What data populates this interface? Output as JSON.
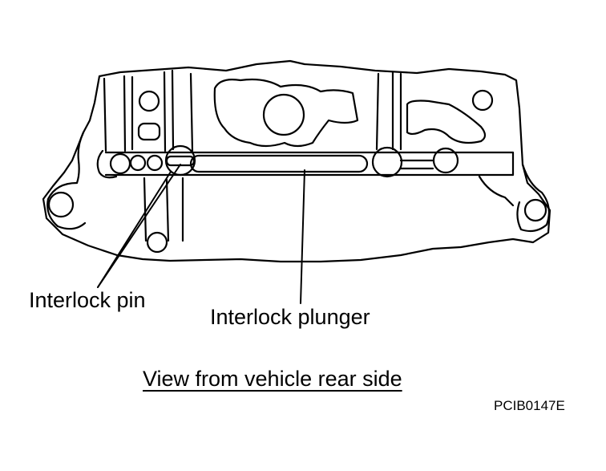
{
  "labels": {
    "interlock_pin": "Interlock pin",
    "interlock_plunger": "Interlock plunger",
    "view_caption": "View from vehicle rear side",
    "figure_code": "PCIB0147E"
  },
  "colors": {
    "line": "#000000",
    "background": "#ffffff"
  }
}
